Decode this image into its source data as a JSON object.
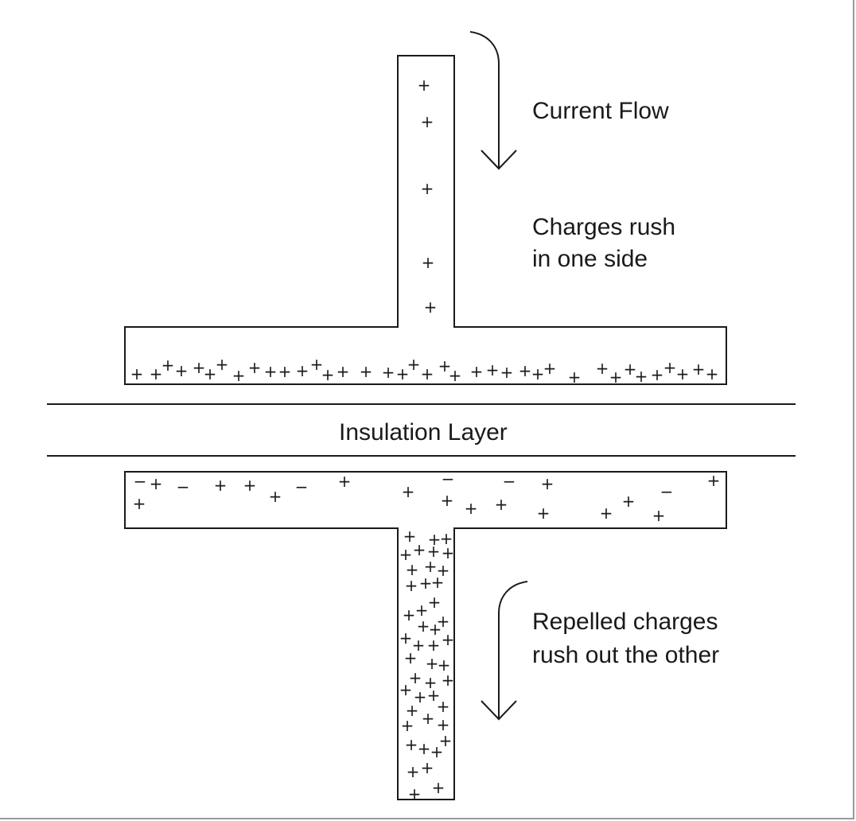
{
  "labels": {
    "current_flow": "Current Flow",
    "charges_rush_line1": "Charges rush",
    "charges_rush_line2": "in one side",
    "insulation_layer": "Insulation Layer",
    "repelled_line1": "Repelled charges",
    "repelled_line2": "rush out the other"
  },
  "charge_symbols": {
    "positive": "+",
    "negative": "−"
  },
  "colors": {
    "ink": "#1a1a1a",
    "background": "#ffffff"
  }
}
